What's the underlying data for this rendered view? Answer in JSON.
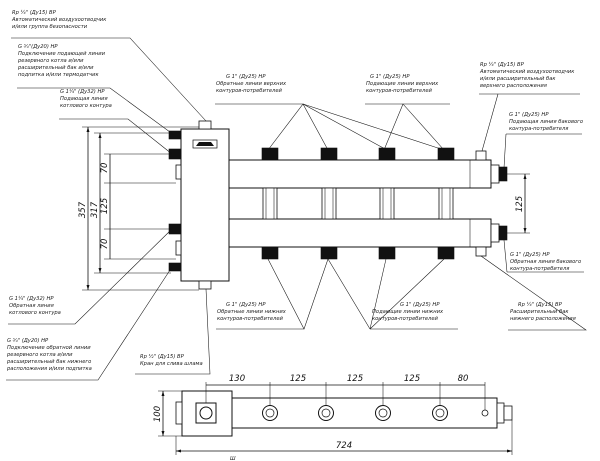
{
  "labels": {
    "l01": {
      "spec": "Rp ¼\" (Ду15) ВР",
      "desc1": "Автоматический воздухоотводчик",
      "desc2": "и/или группа безопасности"
    },
    "l02": {
      "spec": "G ¾\"(Ду20) НР",
      "desc1": "Подключение подающей линии",
      "desc2": "резервного котла и/или",
      "desc3": "расширительный бак и/или",
      "desc4": "подпитка и/или термодатчик"
    },
    "l03": {
      "spec": "G 1¼\" (Ду32) НР",
      "desc1": "Подающая линия",
      "desc2": "котлового контура"
    },
    "l04": {
      "spec": "G 1\" (Ду25) НР",
      "desc1": "Обратные линии верхних",
      "desc2": "контуров-потребителей"
    },
    "l05": {
      "spec": "G 1\" (Ду25) НР",
      "desc1": "Подающие линии верхних",
      "desc2": "контуров-потребителей"
    },
    "l06": {
      "spec": "Rp ¼\" (Ду15) ВР",
      "desc1": "Автоматический воздухоотводчик",
      "desc2": "и/или расширительный бак",
      "desc3": "верхнего расположения"
    },
    "l07": {
      "spec": "G 1\" (Ду25) НР",
      "desc1": "Подающая линия бакового",
      "desc2": "контура-потребителя"
    },
    "l08": {
      "spec": "G 1\" (Ду25) НР",
      "desc1": "Обратная линия бакового",
      "desc2": "контура-потребителя"
    },
    "l09": {
      "spec": "G 1¼\" (Ду32) НР",
      "desc1": "Обратная линия",
      "desc2": "котлового контура"
    },
    "l10": {
      "spec": "G 1\" (Ду25) НР",
      "desc1": "Обратные линии нижних",
      "desc2": "контуров-потребителей"
    },
    "l11": {
      "spec": "G 1\" (Ду25) НР",
      "desc1": "Подающие линии нижних",
      "desc2": "контуров-потребителей"
    },
    "l12": {
      "spec": "Rp ¼\" (Ду15) ВР",
      "desc1": "Расширительный бак",
      "desc2": "нижнего расположения"
    },
    "l13": {
      "spec": "G ¾\" (Ду20) НР",
      "desc1": "Подключение обратной линии",
      "desc2": "резервного котла и/или",
      "desc3": "расширительный бак нижнего",
      "desc4": "расположения и/или подпитка"
    },
    "l14": {
      "spec": "Rp ½\" (Ду15) ВР",
      "desc1": "Кран для слива шлама"
    }
  },
  "dimensions": {
    "d357": "357",
    "d317": "317",
    "d70a": "70",
    "d125a": "125",
    "d70b": "70",
    "d125r": "125",
    "d130": "130",
    "d125t1": "125",
    "d125t2": "125",
    "d125t3": "125",
    "d80": "80",
    "d100": "100",
    "d724": "724"
  },
  "bottom_caption": "Ш"
}
